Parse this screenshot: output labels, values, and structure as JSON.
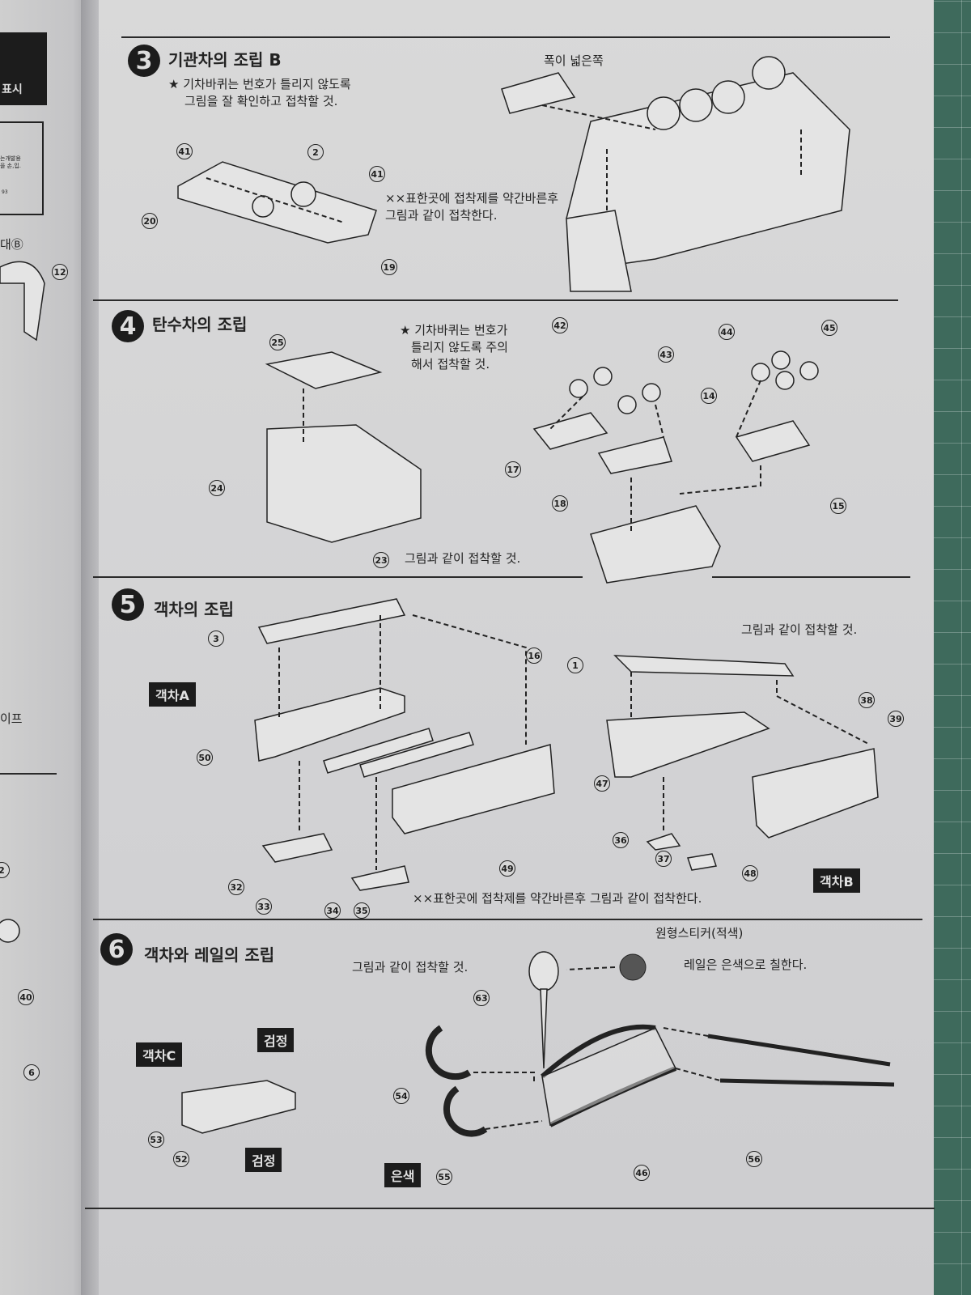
{
  "left_page": {
    "header_fragment": "표시",
    "notice_fragment": "는개발용\n을 손,입.",
    "notice_code": "93",
    "label_fragment": "대Ⓑ",
    "pipe_fragment": "이프",
    "parts": [
      "12",
      "2",
      "40",
      "6"
    ]
  },
  "section3": {
    "number": "3",
    "title": "기관차의 조립 B",
    "note_line1": "★ 기차바퀴는 번호가 틀리지 않도록",
    "note_line2": "그림을 잘 확인하고 접착할 것.",
    "wide_side": "폭이 넓은쪽",
    "glue_line1": "××표한곳에 접착제를 약간바른후",
    "glue_line2": "그림과 같이 접착한다.",
    "parts": [
      "41",
      "2",
      "41",
      "20",
      "19"
    ]
  },
  "section4": {
    "number": "4",
    "title": "탄수차의 조립",
    "note_line1": "★ 기차바퀴는 번호가",
    "note_line2": "틀리지 않도록 주의",
    "note_line3": "해서 접착할 것.",
    "instruction": "그림과 같이 접착할 것.",
    "parts": [
      "25",
      "24",
      "23",
      "42",
      "43",
      "44",
      "45",
      "14",
      "17",
      "18",
      "15"
    ]
  },
  "section5": {
    "number": "5",
    "title": "객차의 조립",
    "instruction": "그림과 같이 접착할 것.",
    "tag_a": "객차A",
    "tag_b": "객차B",
    "glue_note": "××표한곳에 접착제를 약간바른후 그림과 같이 접착한다.",
    "parts": [
      "3",
      "16",
      "1",
      "38",
      "39",
      "50",
      "47",
      "49",
      "48",
      "32",
      "33",
      "34",
      "35",
      "36",
      "37"
    ]
  },
  "section6": {
    "number": "6",
    "title": "객차와 레일의 조립",
    "sticker": "원형스티커(적색)",
    "instruction": "그림과 같이 접착할 것.",
    "rail_note": "레일은 은색으로 칠한다.",
    "tag_c": "객차C",
    "black_1": "검정",
    "black_2": "검정",
    "silver": "은색",
    "parts": [
      "63",
      "54",
      "55",
      "53",
      "52",
      "46",
      "56"
    ]
  }
}
